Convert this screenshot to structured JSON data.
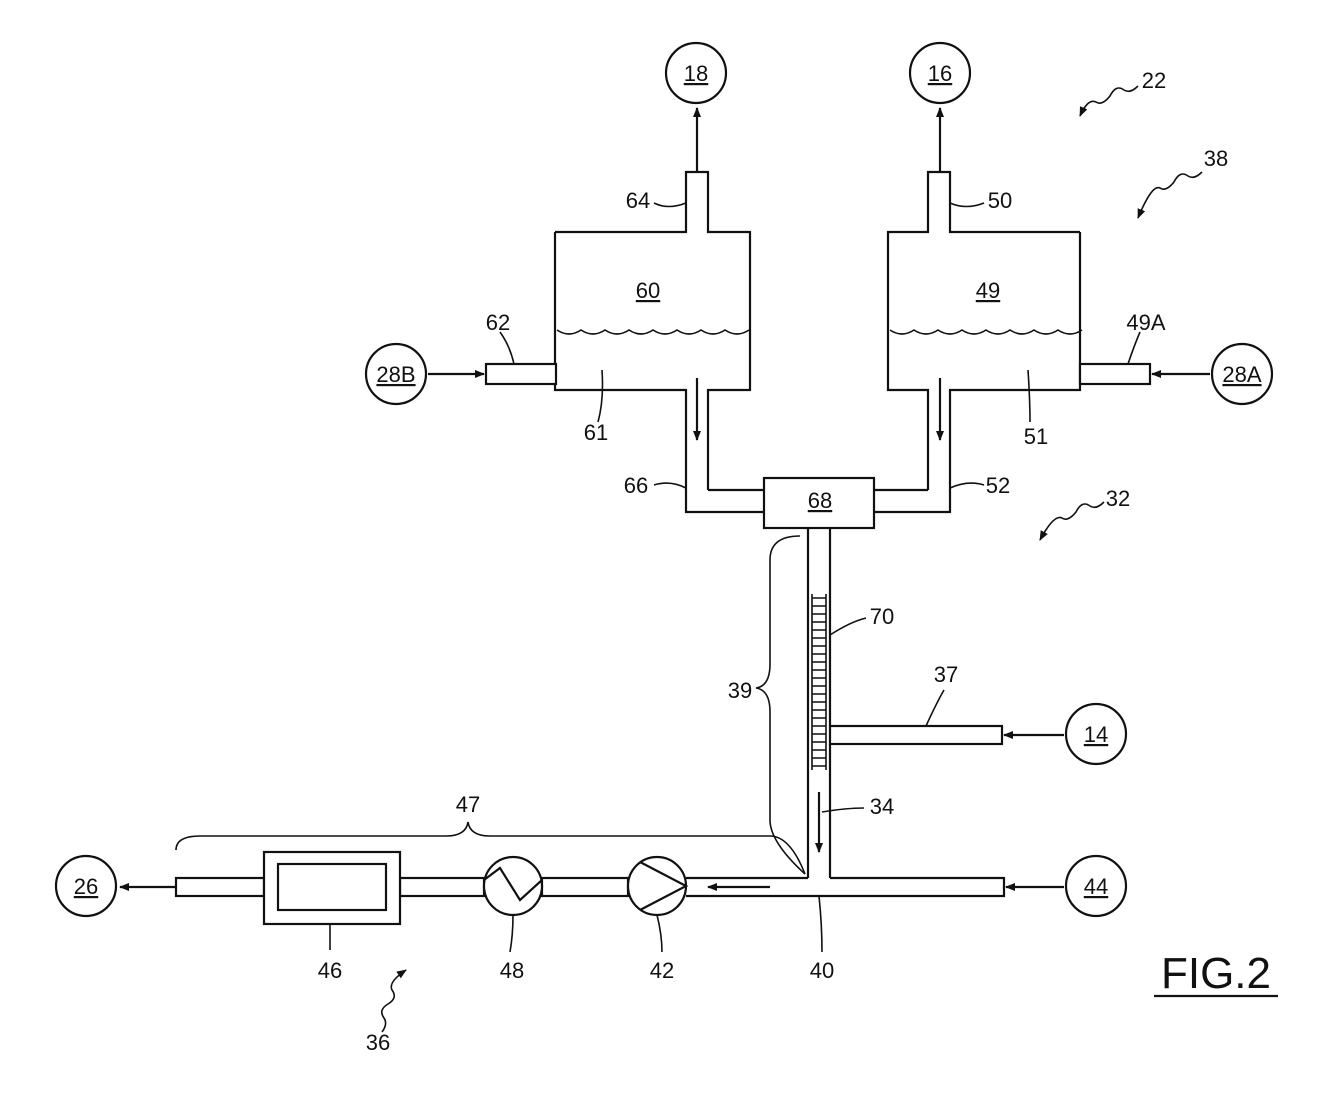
{
  "figure": {
    "title": "FIG.2"
  },
  "terminals": {
    "t18": "18",
    "t16": "16",
    "t28b": "28B",
    "t28a": "28A",
    "t14": "14",
    "t44": "44",
    "t26": "26"
  },
  "components": {
    "tank_left": "60",
    "tank_right": "49",
    "mixer": "68"
  },
  "refs": {
    "r22": "22",
    "r38": "38",
    "r32": "32",
    "r36": "36",
    "r64": "64",
    "r50": "50",
    "r62": "62",
    "r49a": "49A",
    "r61": "61",
    "r51": "51",
    "r66": "66",
    "r52": "52",
    "r70": "70",
    "r37": "37",
    "r39": "39",
    "r34": "34",
    "r47": "47",
    "r46": "46",
    "r48": "48",
    "r42": "42",
    "r40": "40"
  }
}
